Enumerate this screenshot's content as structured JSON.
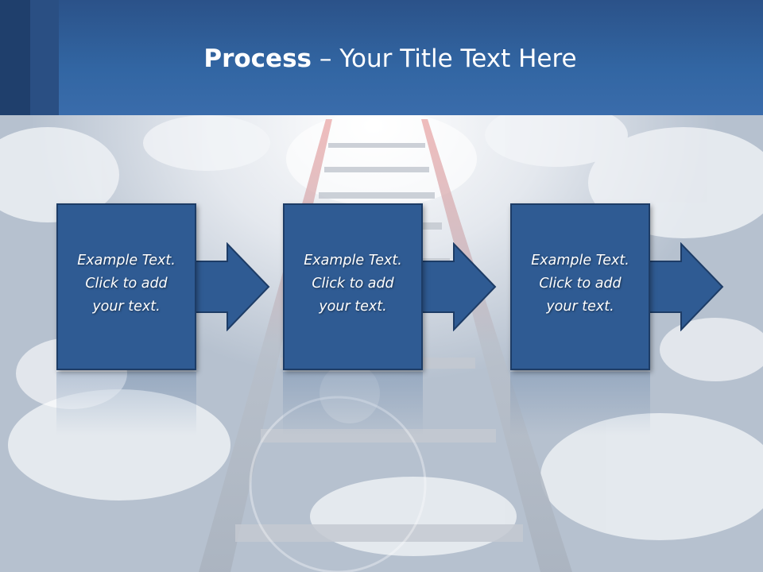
{
  "slide": {
    "title_bold": "Process",
    "title_rest": " – Your Title Text Here"
  },
  "steps": [
    {
      "line1": "Example Text.",
      "line2": "Click  to add",
      "line3": "your text."
    },
    {
      "line1": "Example Text.",
      "line2": "Click  to add",
      "line3": "your text."
    },
    {
      "line1": "Example Text.",
      "line2": "Click  to add",
      "line3": "your text."
    }
  ],
  "colors": {
    "header": "#3266a3",
    "box": "#2f5b93",
    "box_border": "#1d3c66"
  }
}
